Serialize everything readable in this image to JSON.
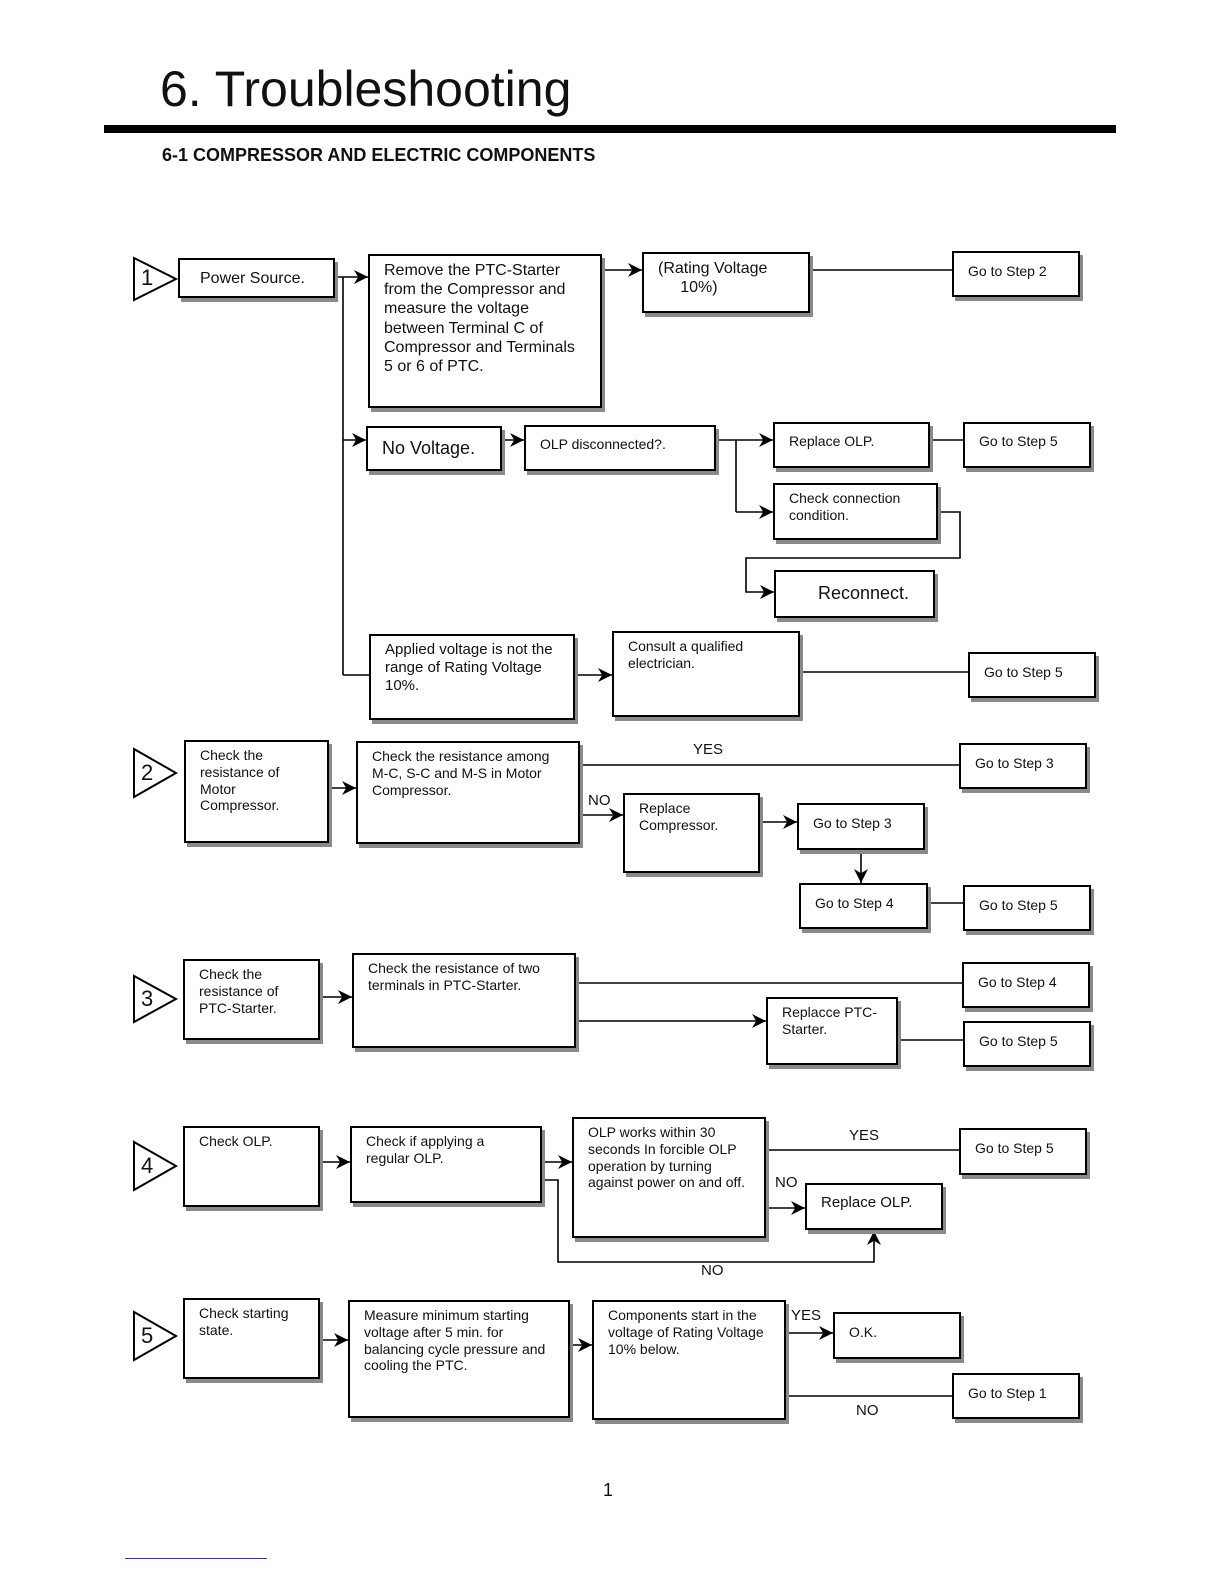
{
  "document": {
    "title": "6. Troubleshooting",
    "section": "6-1 COMPRESSOR AND ELECTRIC COMPONENTS",
    "page_number": "1"
  },
  "steps": {
    "s1": {
      "number": "1",
      "start": "Power Source.",
      "measure": "Remove the PTC-Starter from the Compressor and measure the voltage between Terminal C of Compressor and Terminals 5 or 6 of PTC.",
      "rating": "(Rating Voltage\n     10%)",
      "rating_goto": "Go to Step 2",
      "no_voltage": "No Voltage.",
      "olp_disconnected": "OLP disconnected?.",
      "replace_olp": "Replace OLP.",
      "replace_olp_goto": "Go to Step 5",
      "check_connection": "Check connection condition.",
      "reconnect": "Reconnect.",
      "applied_voltage": "Applied voltage is not the range of Rating Voltage    10%.",
      "consult": "Consult a qualified electrician.",
      "consult_goto": "Go to Step 5"
    },
    "s2": {
      "number": "2",
      "start": "Check the resistance of Motor Compressor.",
      "check": "Check the resistance among M-C, S-C and M-S in Motor Compressor.",
      "yes_label": "YES",
      "no_label": "NO",
      "yes_goto": "Go to Step 3",
      "replace": "Replace Compressor.",
      "after_replace_goto": "Go to Step 3",
      "goto_step4": "Go to Step 4",
      "goto_step5": "Go to Step 5"
    },
    "s3": {
      "number": "3",
      "start": "Check the resistance of PTC-Starter.",
      "check": "Check the resistance of two terminals in PTC-Starter.",
      "goto_step4": "Go to Step 4",
      "replace": "Replacce PTC-Starter.",
      "goto_step5": "Go to Step 5"
    },
    "s4": {
      "number": "4",
      "start": "Check OLP.",
      "check": "Check if applying a regular OLP.",
      "works": "OLP works within 30 seconds In forcible OLP operation by turning against power on and off.",
      "yes_label": "YES",
      "no_label": "NO",
      "no_label_bottom": "NO",
      "yes_goto": "Go to Step 5",
      "replace": "Replace OLP."
    },
    "s5": {
      "number": "5",
      "start": "Check starting state.",
      "measure": "Measure minimum starting voltage after 5 min. for balancing cycle pressure and cooling the PTC.",
      "components": "Components start in the voltage of Rating Voltage    10% below.",
      "yes_label": "YES",
      "no_label": "NO",
      "ok": "O.K.",
      "no_goto": "Go to Step 1"
    }
  }
}
